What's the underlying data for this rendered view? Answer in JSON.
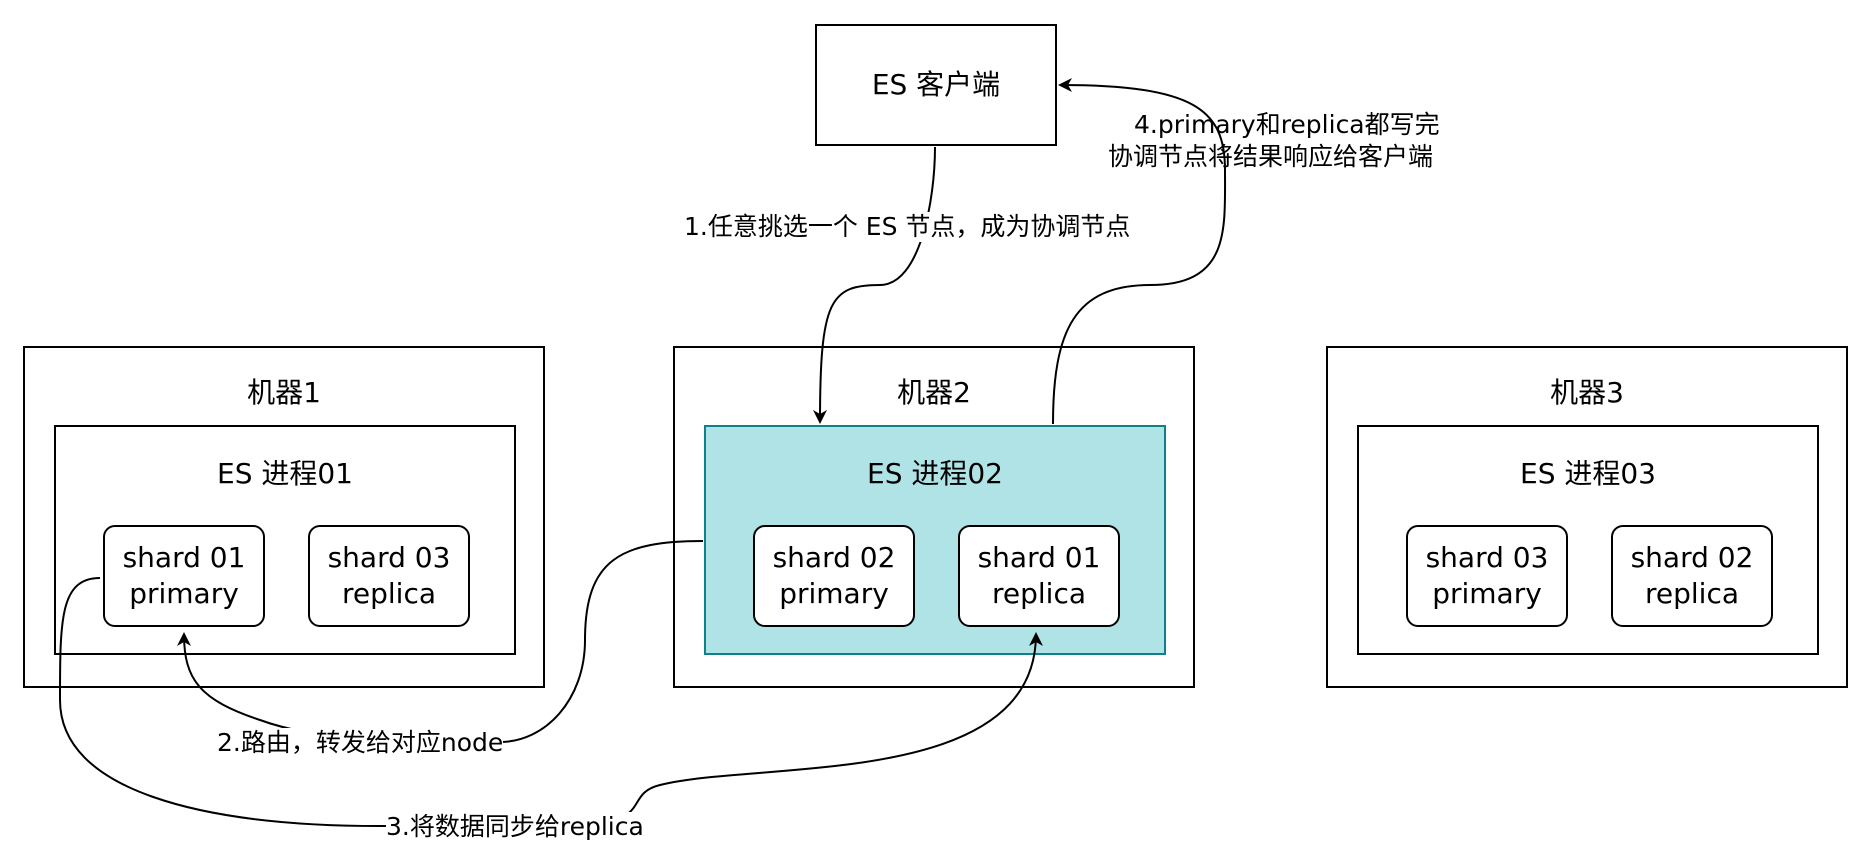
{
  "client": {
    "label": "ES 客户端"
  },
  "machines": [
    {
      "title": "机器1",
      "process": {
        "title": "ES 进程01",
        "highlighted": false
      },
      "shards": [
        {
          "line1": "shard 01",
          "line2": "primary"
        },
        {
          "line1": "shard 03",
          "line2": "replica"
        }
      ]
    },
    {
      "title": "机器2",
      "process": {
        "title": "ES 进程02",
        "highlighted": true
      },
      "shards": [
        {
          "line1": "shard 02",
          "line2": "primary"
        },
        {
          "line1": "shard 01",
          "line2": "replica"
        }
      ]
    },
    {
      "title": "机器3",
      "process": {
        "title": "ES 进程03",
        "highlighted": false
      },
      "shards": [
        {
          "line1": "shard 03",
          "line2": "primary"
        },
        {
          "line1": "shard 02",
          "line2": "replica"
        }
      ]
    }
  ],
  "edges": {
    "step1": "1.任意挑选一个 ES 节点，成为协调节点",
    "step2": "2.路由，转发给对应node",
    "step3": "3.将数据同步给replica",
    "step4_line1": "4.primary和replica都写完",
    "step4_line2": "协调节点将结果响应给客户端"
  },
  "colors": {
    "highlight_fill": "#b0e3e6",
    "highlight_stroke": "#0e8088",
    "stroke": "#000000",
    "background": "#ffffff"
  }
}
